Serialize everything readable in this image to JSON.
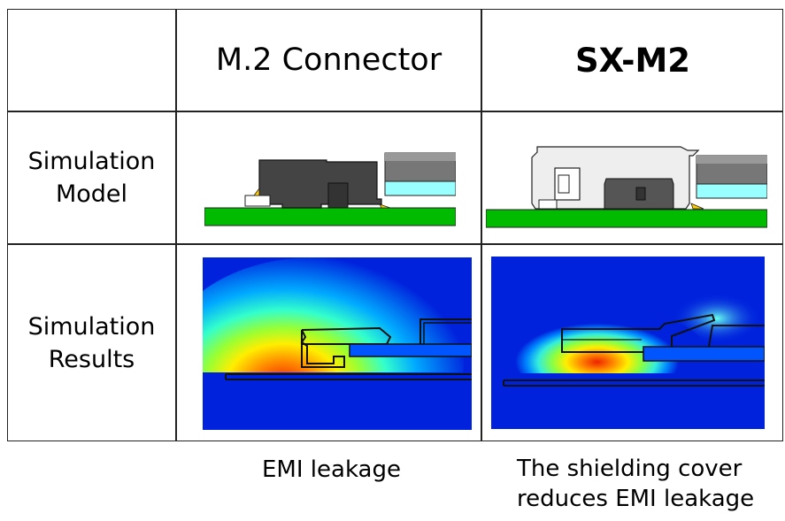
{
  "table": {
    "col_headers": [
      "M.2 Connector",
      "SX-M2"
    ],
    "rows": [
      {
        "label_line1": "Simulation",
        "label_line2": "Model"
      },
      {
        "label_line1": "Simulation",
        "label_line2": "Results"
      }
    ]
  },
  "captions": {
    "m2": "EMI leakage",
    "sxm2_line1": "The shielding cover",
    "sxm2_line2": "reduces EMI leakage"
  },
  "colors": {
    "pcb_green": "#00bb00",
    "connector_dark": "#444444",
    "card_cyan": "#99ffff",
    "shield_light": "#eeeeee",
    "field_background": "#0022dd",
    "field_hot": "#ee2200"
  }
}
